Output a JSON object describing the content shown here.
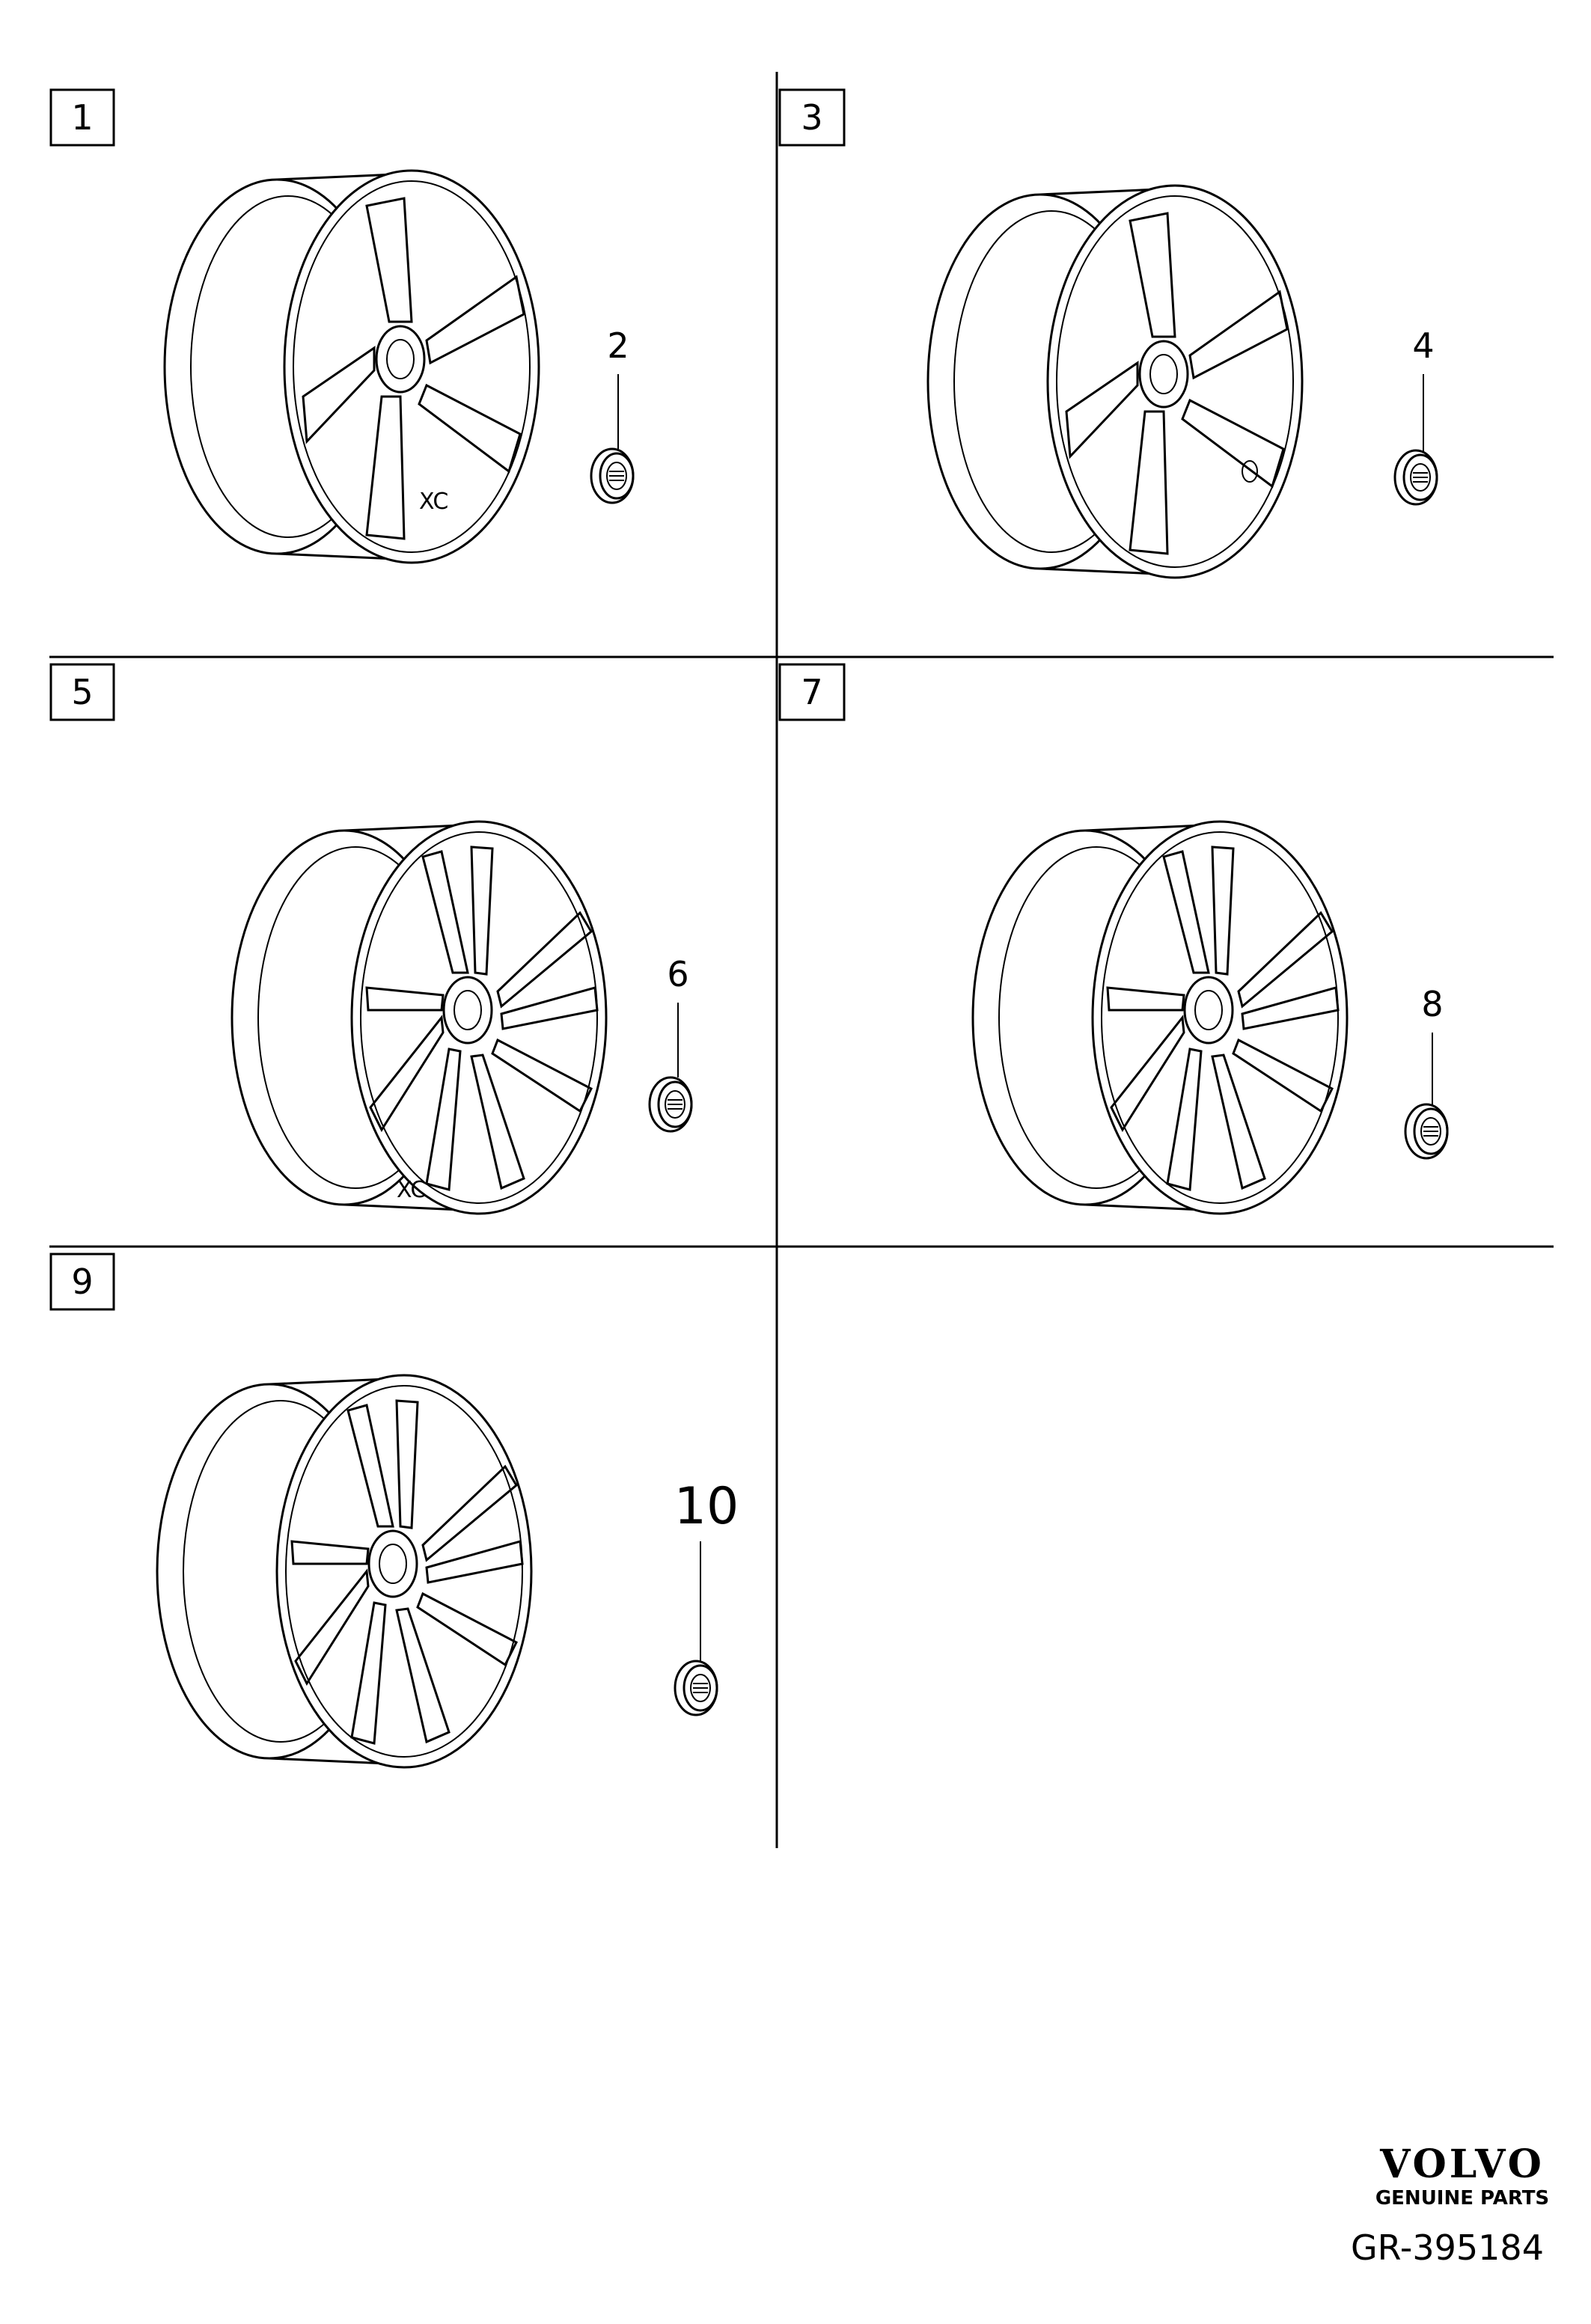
{
  "panels": [
    {
      "label": "1",
      "callout": "2"
    },
    {
      "label": "3",
      "callout": "4"
    },
    {
      "label": "5",
      "callout": "6"
    },
    {
      "label": "7",
      "callout": "8"
    },
    {
      "label": "9",
      "callout": "10"
    }
  ],
  "wheel_badges": {
    "panel_1": "XC",
    "panel_5": "XC"
  },
  "footer": {
    "brand": "VOLVO",
    "brand_sub": "GENUINE PARTS",
    "ref_code": "GR-395184"
  },
  "colors": {
    "line": "#000000",
    "background": "#ffffff"
  }
}
